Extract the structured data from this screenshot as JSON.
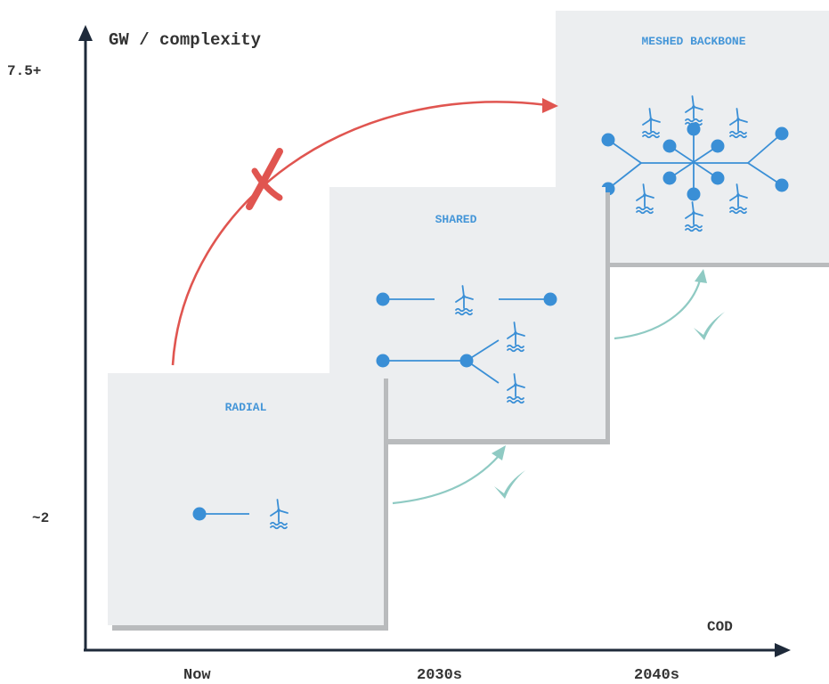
{
  "axes": {
    "y_label": "GW / complexity",
    "y_ticks": {
      "top": "7.5+",
      "bottom": "~2"
    },
    "x_label": "COD",
    "x_ticks": [
      "Now",
      "2030s",
      "2040s"
    ]
  },
  "stages": [
    {
      "id": "radial",
      "title": "RADIAL"
    },
    {
      "id": "shared",
      "title": "SHARED"
    },
    {
      "id": "meshed",
      "title": "MESHED BACKBONE"
    }
  ],
  "transitions": [
    {
      "from": "RADIAL",
      "to": "SHARED",
      "status": "ok",
      "icon": "check-icon"
    },
    {
      "from": "SHARED",
      "to": "MESHED BACKBONE",
      "status": "ok",
      "icon": "check-icon"
    },
    {
      "from": "RADIAL",
      "to": "MESHED BACKBONE",
      "status": "blocked",
      "icon": "cross-icon"
    }
  ],
  "colors": {
    "node_blue": "#3a8fd6",
    "panel_bg": "#eceef0",
    "panel_shadow": "#b9bbbd",
    "title_blue": "#4596d8",
    "fail_red": "#e05550",
    "ok_teal": "#8fcac3",
    "axis": "#1e2a3a"
  }
}
